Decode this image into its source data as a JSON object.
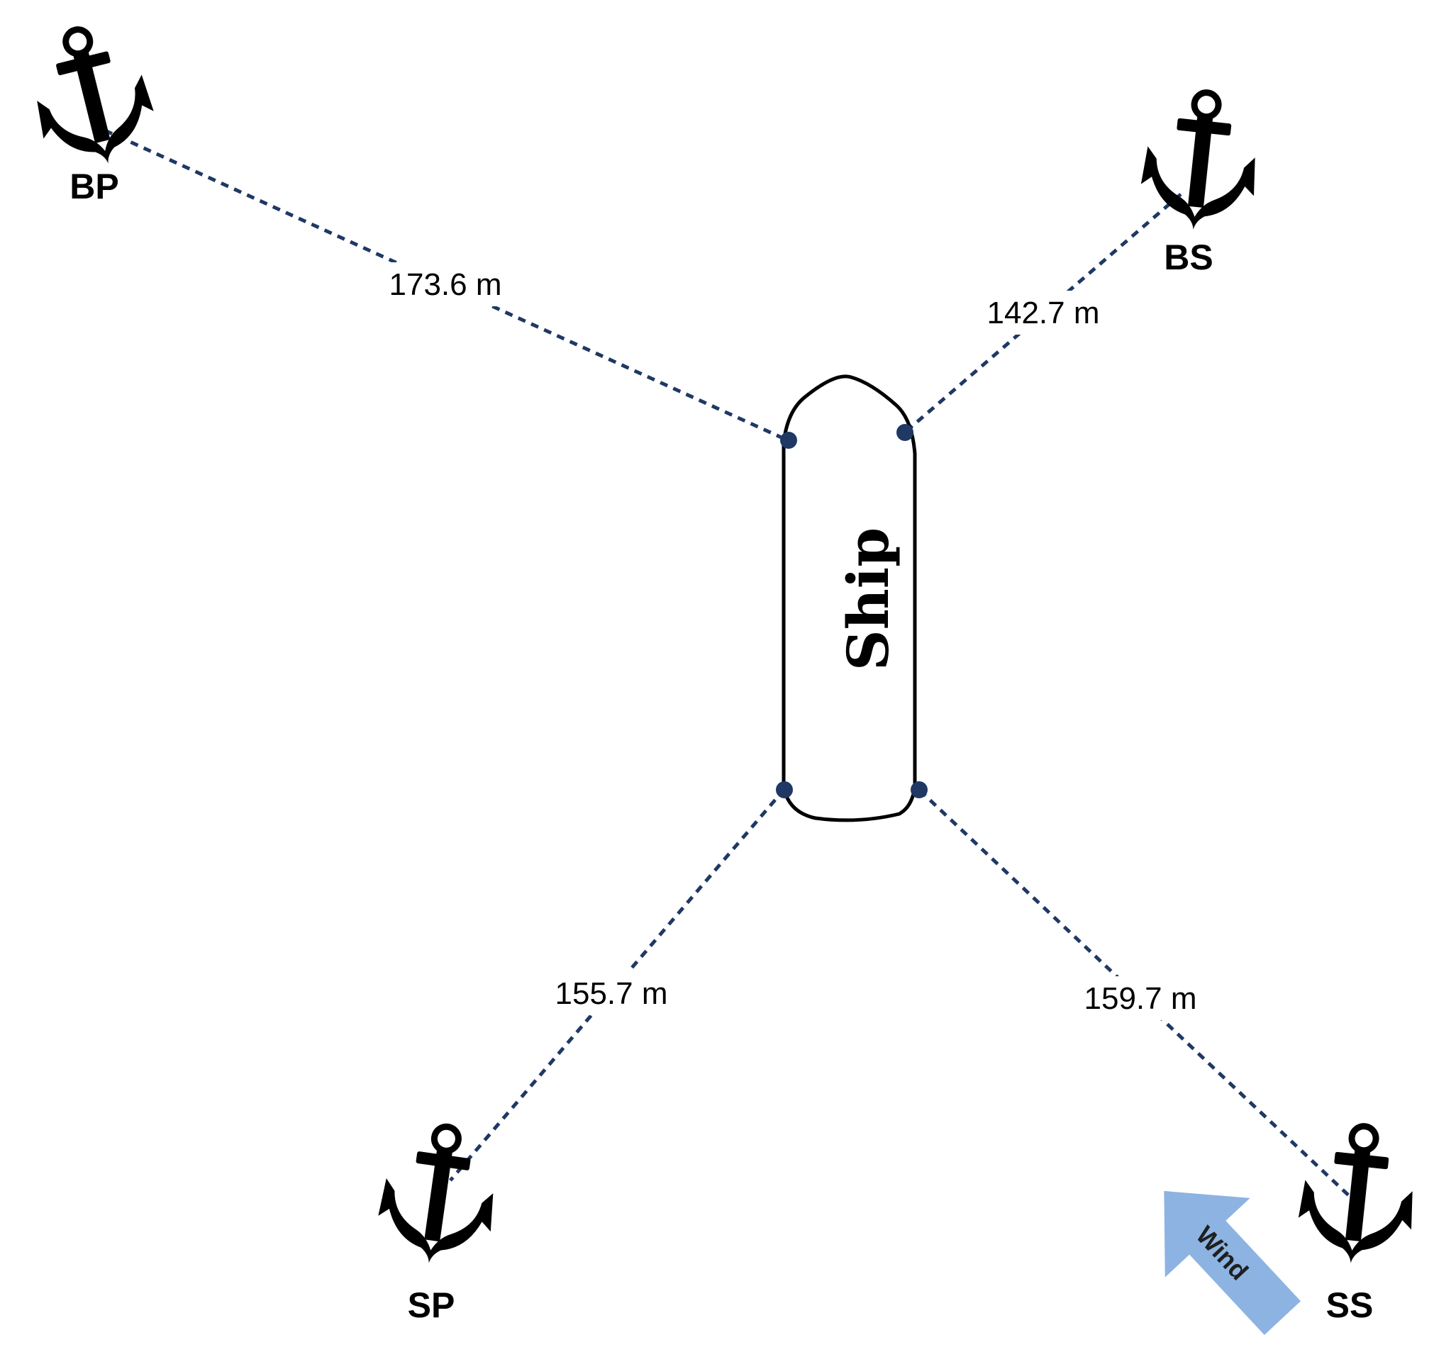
{
  "ship": {
    "label": "Ship"
  },
  "anchors": [
    {
      "id": "bp",
      "label": "BP"
    },
    {
      "id": "bs",
      "label": "BS"
    },
    {
      "id": "sp",
      "label": "SP"
    },
    {
      "id": "ss",
      "label": "SS"
    }
  ],
  "mooring_lines": [
    {
      "from": "BP",
      "length": "173.6 m"
    },
    {
      "from": "BS",
      "length": "142.7 m"
    },
    {
      "from": "SP",
      "length": "155.7 m"
    },
    {
      "from": "SS",
      "length": "159.7 m"
    }
  ],
  "wind": {
    "label": "Wind",
    "color": "#8db3e2"
  },
  "colors": {
    "line": "#1f3864",
    "hull": "#000000"
  }
}
